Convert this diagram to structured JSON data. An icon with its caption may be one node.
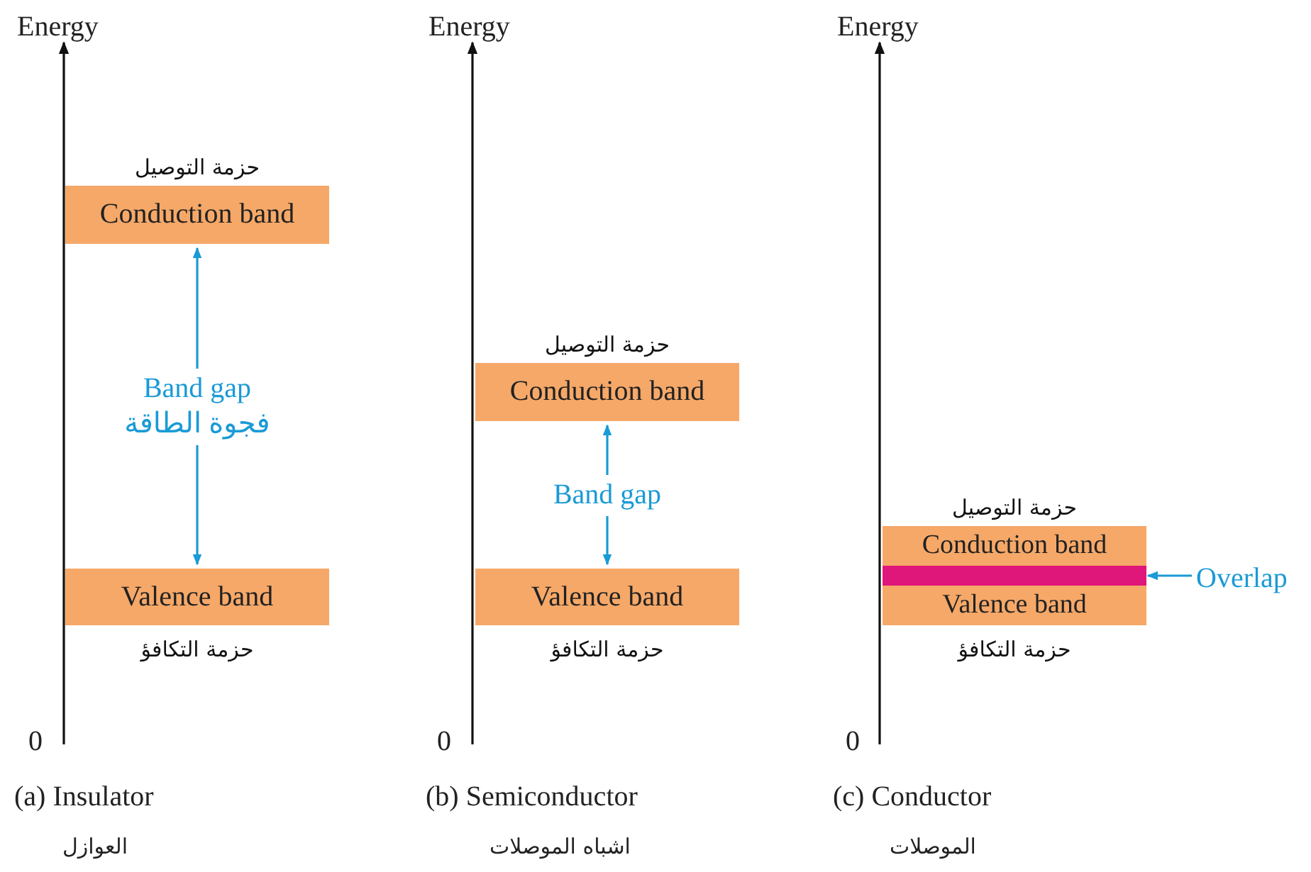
{
  "diagram": {
    "nodes": [
      {
        "text": [
          "حزمة التوصيل",
          "Conduction band"
        ]
      },
      {
        "text": [
          "Valence band",
          "حزمة التكافؤ"
        ]
      },
      {
        "text": [
          "حزمة التوصيل",
          "Conduction band"
        ]
      },
      {
        "text": [
          "Valence band",
          "حزمة التكافؤ"
        ]
      },
      {
        "text": [
          "حزمة التوصيل",
          "Conduction band"
        ]
      },
      {
        "text": [],
        "shape": "bar"
      },
      {
        "text": [
          "Valence band",
          "حزمة التكافؤ"
        ]
      },
      {
        "text": [
          "Overlap"
        ]
      }
    ],
    "edges": [
      {
        "from": 1,
        "to": 0,
        "arrow": "both",
        "label": "Band gap فجوة الطاقة"
      },
      {
        "from": 3,
        "to": 2,
        "arrow": "both",
        "label": "Band gap"
      },
      {
        "from": 7,
        "to": 5,
        "arrow": "to"
      }
    ],
    "labels": [
      "Energy",
      "Energy",
      "Energy",
      "0",
      "0",
      "0",
      "(a) Insulator",
      "(b) Semiconductor",
      "(c) Conductor",
      "العوازل",
      "اشباه الموصلات",
      "الموصلات"
    ]
  }
}
